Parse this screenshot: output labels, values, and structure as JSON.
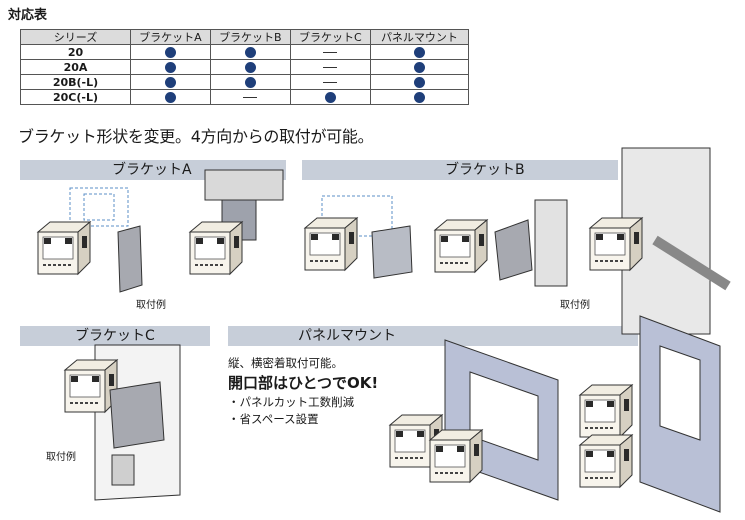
{
  "table": {
    "title": "対応表",
    "headers": [
      "シリーズ",
      "ブラケットA",
      "ブラケットB",
      "ブラケットC",
      "パネルマウント"
    ],
    "rows": [
      {
        "series": "20",
        "marks": [
          "dot",
          "dot",
          "dash",
          "dot"
        ]
      },
      {
        "series": "20A",
        "marks": [
          "dot",
          "dot",
          "dash",
          "dot"
        ]
      },
      {
        "series": "20B(-L)",
        "marks": [
          "dot",
          "dot",
          "dash",
          "dot"
        ]
      },
      {
        "series": "20C(-L)",
        "marks": [
          "dot",
          "dash",
          "dot",
          "dot"
        ]
      }
    ]
  },
  "headline": "ブラケット形状を変更。4方向からの取付が可能。",
  "sections": {
    "bracket_a": {
      "title": "ブラケットA",
      "caption": "取付例"
    },
    "bracket_b": {
      "title": "ブラケットB",
      "caption": "取付例"
    },
    "bracket_c": {
      "title": "ブラケットC",
      "caption": "取付例"
    },
    "panel_mount": {
      "title": "パネルマウント",
      "note1": "縦、横密着取付可能。",
      "note2": "開口部はひとつでOK!",
      "bullets": [
        "・パネルカット工数削減",
        "・省スペース設置"
      ]
    }
  },
  "colors": {
    "dot": "#1f3f7a",
    "band": "#c7ced9",
    "panel": "#b9c0d6",
    "dashed": "#5b8fc7"
  }
}
